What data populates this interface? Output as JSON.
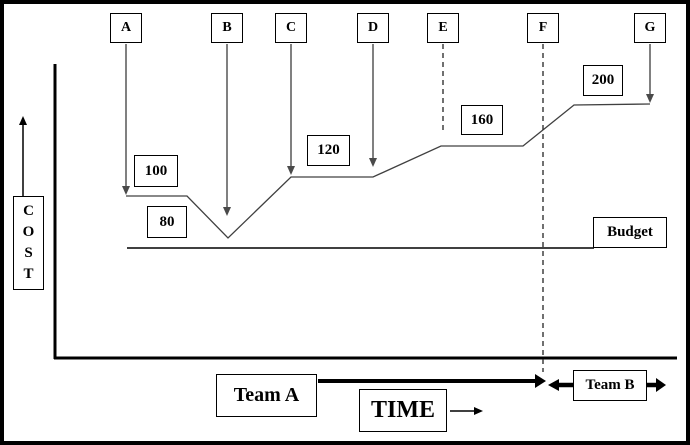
{
  "diagram": {
    "y_axis_letters": [
      "C",
      "O",
      "S",
      "T"
    ],
    "x_axis_label": "TIME",
    "budget_label": "Budget",
    "team_a_label": "Team A",
    "team_b_label": "Team B"
  },
  "milestones": [
    {
      "label": "A",
      "value": "100",
      "pointer": "solid-arrow"
    },
    {
      "label": "B",
      "value": "80",
      "pointer": "solid-arrow"
    },
    {
      "label": "C",
      "value": "120",
      "pointer": "solid-arrow"
    },
    {
      "label": "D",
      "value": "",
      "pointer": "solid-arrow"
    },
    {
      "label": "E",
      "value": "160",
      "pointer": "dashed-line"
    },
    {
      "label": "F",
      "value": "",
      "pointer": "dashed-line"
    },
    {
      "label": "G",
      "value": "200",
      "pointer": "solid-arrow"
    }
  ],
  "chart_data": {
    "type": "line",
    "title": "",
    "xlabel": "TIME",
    "ylabel": "COST",
    "milestones": [
      "A",
      "B",
      "C",
      "D",
      "E",
      "F",
      "G"
    ],
    "cost_values": {
      "A": 100,
      "B": 80,
      "C": 120,
      "E": 160,
      "G": 200
    },
    "reference_line_label": "Budget",
    "legend_position": "none",
    "grid": false
  },
  "colors": {
    "line": "#000000",
    "arrow_gray": "#4a4a4a",
    "background": "#ffffff"
  }
}
